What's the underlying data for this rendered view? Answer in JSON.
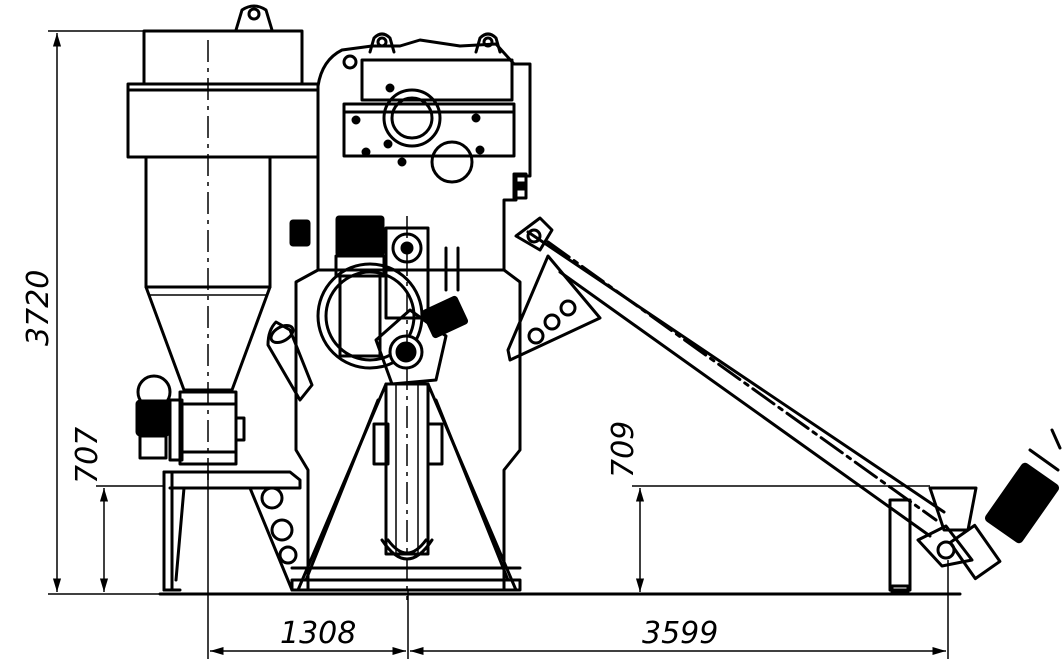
{
  "dimensions": {
    "total_height": "3720",
    "left_inlet_height": "707",
    "right_inlet_height": "709",
    "left_offset": "1308",
    "right_offset": "3599"
  },
  "colors": {
    "ink": "#000000",
    "paper": "#ffffff"
  }
}
